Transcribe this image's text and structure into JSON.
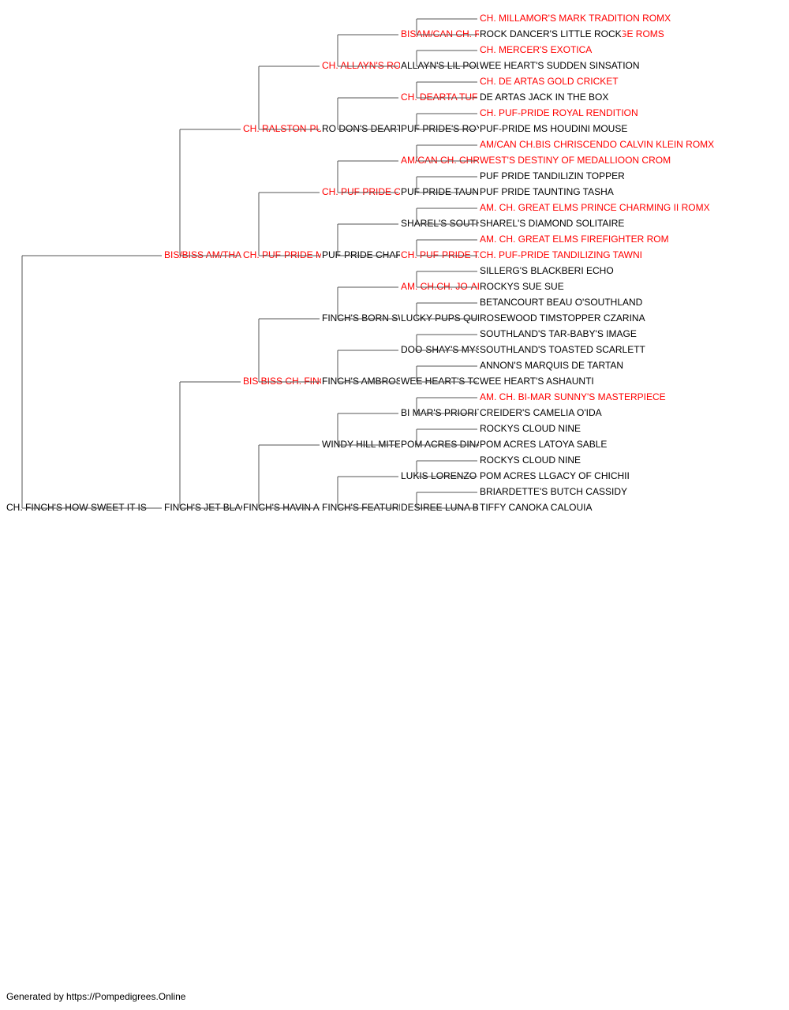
{
  "colors": {
    "titled": "#ff0000",
    "plain": "#000000",
    "line": "#555555"
  },
  "pedigree": {
    "name": "CH. FINCH'S HOW SWEET IT IS",
    "titled": false,
    "sire": {
      "name": "BIS/BISS AM/THAI CH PUFPRIDE SWEET DREAMS ROMS",
      "titled": true,
      "sire": {
        "name": "CH. RALSTON-PUFPRIDE DREAMER",
        "titled": true,
        "sire": {
          "name": "CH. ALLAYN'S ROCK N REBELLION",
          "titled": true,
          "sire": {
            "name": "BISAM/CAN CH. ROCK N TRADITION OF OAKRIDGE ROMS",
            "titled": true,
            "sire": {
              "name": "CH. MILLAMOR'S MARK TRADITION ROMX",
              "titled": true
            },
            "dam": {
              "name": "ROCK DANCER'S LITTLE ROCK",
              "titled": false
            }
          },
          "dam": {
            "name": "ALLAYN'S LIL POLLY FLINDERS",
            "titled": false,
            "sire": {
              "name": "CH. MERCER'S EXOTICA",
              "titled": true
            },
            "dam": {
              "name": "WEE HEART'S SUDDEN SINSATION",
              "titled": false
            }
          }
        },
        "dam": {
          "name": "RO DON'S DEARTAS CAR DEN'S",
          "titled": false,
          "sire": {
            "name": "CH. DEARTA TUF CRICKET OF SANTER",
            "titled": true,
            "sire": {
              "name": "CH. DE ARTAS GOLD CRICKET",
              "titled": true
            },
            "dam": {
              "name": "DE ARTAS JACK IN THE BOX",
              "titled": false
            }
          },
          "dam": {
            "name": "PUF PRIDE'S ROYAL SQUEAK",
            "titled": false,
            "sire": {
              "name": "CH. PUF-PRIDE ROYAL RENDITION",
              "titled": true
            },
            "dam": {
              "name": "PUF-PRIDE MS HOUDINI MOUSE",
              "titled": false
            }
          }
        }
      },
      "dam": {
        "name": "CH. PUF-PRIDE MZ CLOUD KNIGNE",
        "titled": true,
        "sire": {
          "name": "CH. PUF PRIDE CLOUDBREAKER ROM",
          "titled": true,
          "sire": {
            "name": "AM/CAN CH. CHRISCENDO CLOUDBUSTER",
            "titled": true,
            "sire": {
              "name": "AM/CAN CH.BIS CHRISCENDO CALVIN KLEIN ROMX",
              "titled": true
            },
            "dam": {
              "name": "WEST'S DESTINY OF MEDALLIOON CROM",
              "titled": true
            }
          },
          "dam": {
            "name": "PUF PRIDE TAUNT'G TIPPER",
            "titled": false,
            "sire": {
              "name": "PUF PRIDE TANDILIZIN TOPPER",
              "titled": false
            },
            "dam": {
              "name": "PUF PRIDE TAUNTING TASHA",
              "titled": false
            }
          }
        },
        "dam": {
          "name": "PUF-PRIDE CHARM'N T-AIRA",
          "titled": false,
          "sire": {
            "name": "SHAREL'S SOUTHERN CHARM",
            "titled": false,
            "sire": {
              "name": "AM. CH. GREAT ELMS PRINCE CHARMING II ROMX",
              "titled": true
            },
            "dam": {
              "name": "SHAREL'S DIAMOND SOLITAIRE",
              "titled": false
            }
          },
          "dam": {
            "name": "CH. PUF-PRIDE TAUNT'G TIARA",
            "titled": true,
            "sire": {
              "name": "AM. CH. GREAT ELMS FIREFIGHTER ROM",
              "titled": true
            },
            "dam": {
              "name": "CH. PUF-PRIDE TANDILIZING TAWNI",
              "titled": true
            }
          }
        }
      }
    },
    "dam": {
      "name": "FINCH'S JET BLACK",
      "titled": false,
      "sire": {
        "name": "BIS BISS CH. FINCH'S HE WALKS ON WATER ROMS",
        "titled": true,
        "sire": {
          "name": "FINCH'S BORN SWEET SCOTTIE",
          "titled": false,
          "sire": {
            "name": "AM. CH.CH. JO-AI ECHO'S PRIDE",
            "titled": true,
            "sire": {
              "name": "SILLERG'S BLACKBERI ECHO",
              "titled": false
            },
            "dam": {
              "name": "ROCKYS SUE SUE",
              "titled": false
            }
          },
          "dam": {
            "name": "LUCKY PUPS QUEEN O' HEARTS",
            "titled": false,
            "sire": {
              "name": "BETANCOURT BEAU O'SOUTHLAND",
              "titled": false
            },
            "dam": {
              "name": "ROSEWOOD TIMSTOPPER CZARINA",
              "titled": false
            }
          }
        },
        "dam": {
          "name": "FINCH'S AMBROSA MYSTERY",
          "titled": false,
          "sire": {
            "name": "DOO-SHAY'S MYSTIC MACGYVER",
            "titled": false,
            "sire": {
              "name": "SOUTHLAND'S TAR-BABY'S IMAGE",
              "titled": false
            },
            "dam": {
              "name": "SOUTHLAND'S TOASTED SCARLETT",
              "titled": false
            }
          },
          "dam": {
            "name": "WEE HEART'S TOTAL ECLIPSE",
            "titled": false,
            "sire": {
              "name": "ANNON'S MARQUIS DE TARTAN",
              "titled": false
            },
            "dam": {
              "name": "WEE HEART'S ASHAUNTI",
              "titled": false
            }
          }
        }
      },
      "dam": {
        "name": "FINCH'S HAVIN A BLOND MOMENT",
        "titled": false,
        "sire": {
          "name": "WINDY HILL MITE-E-MIGHT ACTS UP",
          "titled": false,
          "sire": {
            "name": "BI MAR'S PRIORITY",
            "titled": false,
            "sire": {
              "name": "AM. CH. BI-MAR SUNNY'S MASTERPIECE",
              "titled": true
            },
            "dam": {
              "name": "CREIDER'S CAMELIA O'IDA",
              "titled": false
            }
          },
          "dam": {
            "name": "POM ACRES DINAH MIGHT",
            "titled": false,
            "sire": {
              "name": "ROCKYS CLOUD NINE",
              "titled": false
            },
            "dam": {
              "name": "POM ACRES LATOYA SABLE",
              "titled": false
            }
          }
        },
        "dam": {
          "name": "FINCH'S FEATURED FLIRT",
          "titled": false,
          "sire": {
            "name": "LUKIS LORENZO MATHIAS",
            "titled": false,
            "sire": {
              "name": "ROCKYS CLOUD NINE",
              "titled": false
            },
            "dam": {
              "name": "POM ACRES LLGACY OF CHICHII",
              "titled": false
            }
          },
          "dam": {
            "name": "DESIREE LUNA BLAIR",
            "titled": false,
            "sire": {
              "name": "BRIARDETTE'S BUTCH CASSIDY",
              "titled": false
            },
            "dam": {
              "name": "TIFFY CANOKA CALOUIA",
              "titled": false
            }
          }
        }
      }
    }
  },
  "footer": {
    "text": "Generated by https://Pompedigrees.Online"
  }
}
